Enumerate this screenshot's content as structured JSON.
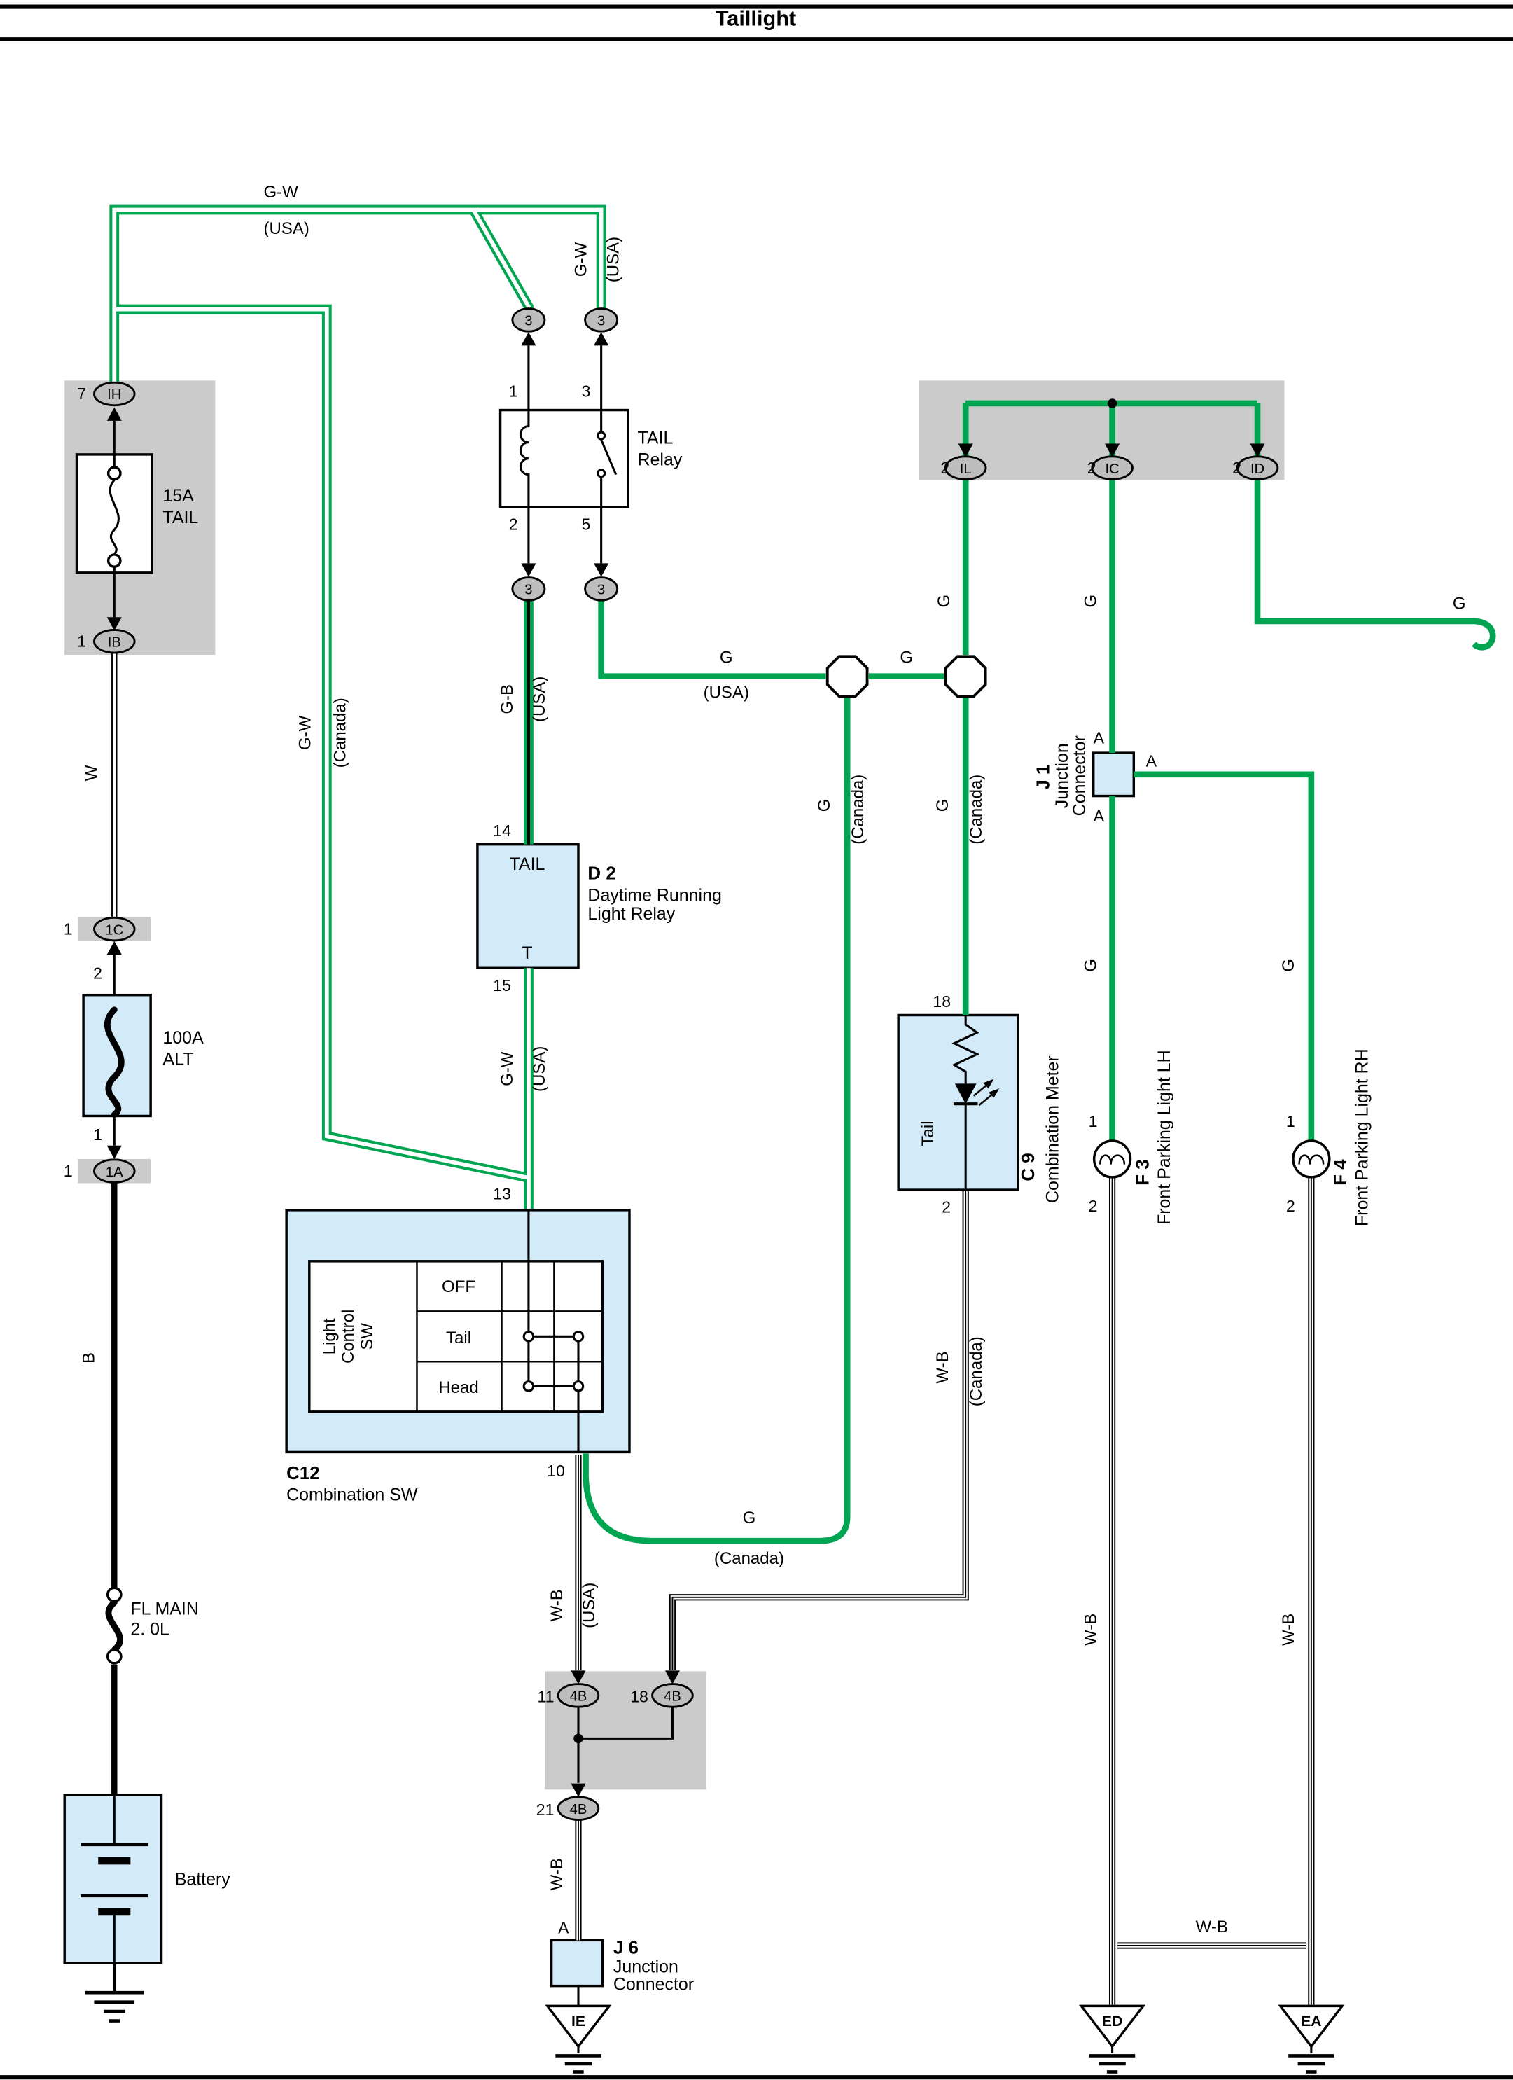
{
  "title": "Taillight",
  "colors": {
    "wire_green": "#00A551",
    "box_blue": "#D3EAF8",
    "box_gray": "#CBCBCB",
    "oval_gray": "#BEBEBE"
  },
  "left": {
    "ih": {
      "pin": "7",
      "name": "IH"
    },
    "fuse": {
      "rating": "15A",
      "name": "TAIL"
    },
    "ib": {
      "pin": "1",
      "name": "IB"
    },
    "wire_w": "W",
    "c1c": {
      "pin": "1",
      "name": "1C",
      "pin2": "2"
    },
    "alt": {
      "rating": "100A",
      "name": "ALT"
    },
    "a1a": {
      "pin_top": "1",
      "pin": "1",
      "name": "1A"
    },
    "wire_b": "B",
    "fl_main": {
      "l1": "FL MAIN",
      "l2": "2. 0L"
    },
    "battery": "Battery"
  },
  "relay": {
    "pin1": "1",
    "pin3": "3",
    "pin2": "2",
    "pin5": "5",
    "l1": "TAIL",
    "l2": "Relay",
    "conn": "3"
  },
  "d2": {
    "pin14": "14",
    "pin15": "15",
    "term_top": "TAIL",
    "term_bot": "T",
    "id": "D 2",
    "l1": "Daytime Running",
    "l2": "Light Relay"
  },
  "c12": {
    "pin13": "13",
    "pin10": "10",
    "sw1": "Light",
    "sw2": "Control",
    "sw3": "SW",
    "row1": "OFF",
    "row2": "Tail",
    "row3": "Head",
    "id": "C12",
    "name": "Combination SW"
  },
  "dist": {
    "il": {
      "pin": "2",
      "name": "IL"
    },
    "ic": {
      "pin": "2",
      "name": "IC"
    },
    "idc": {
      "pin": "2",
      "name": "ID"
    }
  },
  "j1": {
    "a_top": "A",
    "a_right": "A",
    "a_bot": "A",
    "id": "J 1",
    "l1": "Junction",
    "l2": "Connector"
  },
  "c9": {
    "pin18": "18",
    "pin2": "2",
    "lamp": "Tail",
    "id": "C 9",
    "name": "Combination Meter"
  },
  "f3": {
    "pin1": "1",
    "pin2": "2",
    "id": "F 3",
    "name": "Front Parking Light LH"
  },
  "f4": {
    "pin1": "1",
    "pin2": "2",
    "id": "F 4",
    "name": "Front Parking Light RH"
  },
  "conn4b": {
    "pin11": "11",
    "pin18": "18",
    "pin21": "21",
    "name": "4B"
  },
  "j6": {
    "a": "A",
    "id": "J 6",
    "l1": "Junction",
    "l2": "Connector"
  },
  "grounds": {
    "ie": "IE",
    "ed": "ED",
    "ea": "EA"
  },
  "wires": {
    "gw_top": {
      "n": "G-W",
      "v": "(USA)"
    },
    "gw_relay": {
      "n": "G-W",
      "v": "(USA)"
    },
    "gw_canada": {
      "n": "G-W",
      "v": "(Canada)"
    },
    "gb_usa": {
      "n": "G-B",
      "v": "(USA)"
    },
    "gw_usa2": {
      "n": "G-W",
      "v": "(USA)"
    },
    "g_usa": {
      "n": "G",
      "v": "(USA)"
    },
    "g_mid": "G",
    "g_right": "G",
    "g_718_top": "G",
    "g_630": {
      "n": "G",
      "v": "(Canada)"
    },
    "g_718": {
      "n": "G",
      "v": "(Canada)"
    },
    "g_827_top": "G",
    "g_827_bot": "G",
    "g_975": "G",
    "g_can_bot": {
      "n": "G",
      "v": "(Canada)"
    },
    "wb_usa": {
      "n": "W-B",
      "v": "(USA)"
    },
    "wb_canada": {
      "n": "W-B",
      "v": "(Canada)"
    },
    "wb_21": "W-B",
    "wb_f3": "W-B",
    "wb_f4": "W-B",
    "wb_bridge": "W-B"
  }
}
